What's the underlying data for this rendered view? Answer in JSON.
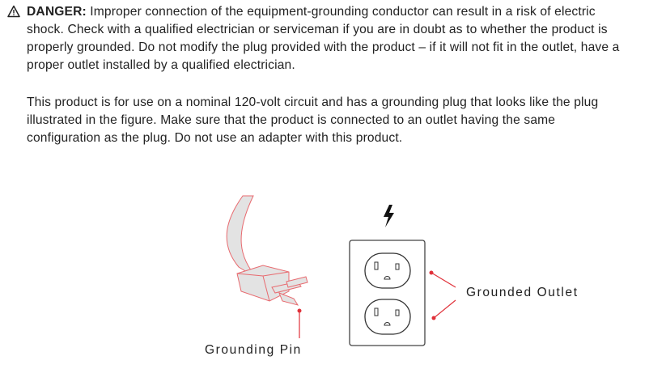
{
  "warning": {
    "icon": "warning-triangle-icon",
    "label": "DANGER:",
    "text": " Improper connection of the equipment-grounding conductor can result in a risk of electric shock.  Check with a qualified electrician or serviceman if you are in doubt as to whether the product is properly grounded. Do not modify the plug provided with the product – if it will not fit in the outlet, have a proper outlet installed by a qualified electrician."
  },
  "paragraph2": "This product is for use on a nominal 120-volt circuit and has a grounding plug that looks like the plug illustrated in the figure. Make sure that the product is connected to an outlet having the same configuration as the plug. Do not use an adapter with this product.",
  "figure": {
    "plug_label": "Grounding Pin",
    "outlet_label": "Grounded Outlet",
    "accent_color": "#e0313a"
  }
}
